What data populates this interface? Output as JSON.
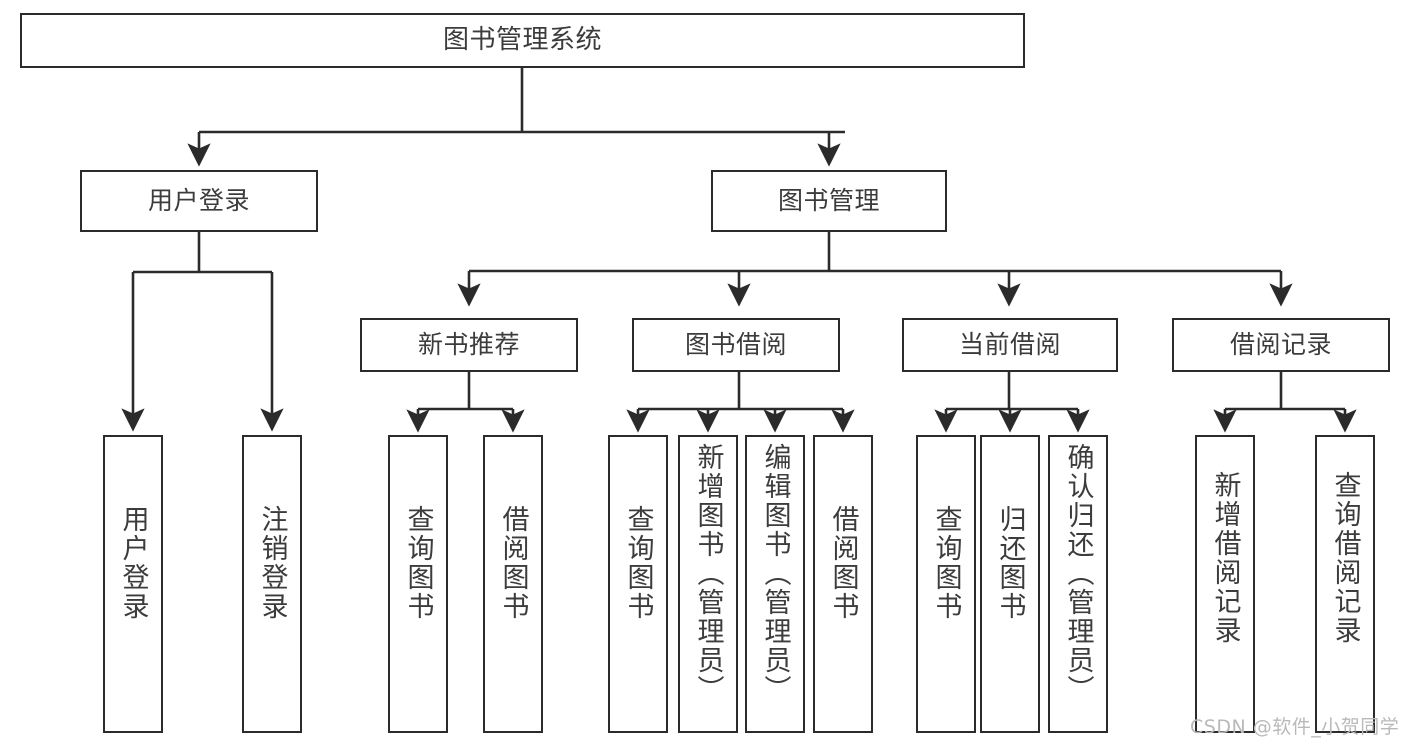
{
  "diagram": {
    "title": "图书管理系统",
    "type": "tree-hierarchy",
    "watermark": "CSDN @软件_小贺同学",
    "colors": {
      "stroke": "#2b2b2b",
      "fill": "#ffffff",
      "text": "#3c3c3c",
      "watermark": "#b9b9b9"
    },
    "levels": {
      "root": {
        "label": "图书管理系统"
      },
      "level2": [
        {
          "id": "user-login",
          "label": "用户登录"
        },
        {
          "id": "book-management",
          "label": "图书管理"
        }
      ],
      "level3": [
        {
          "id": "new-book-recommend",
          "label": "新书推荐"
        },
        {
          "id": "book-borrow",
          "label": "图书借阅"
        },
        {
          "id": "current-borrow",
          "label": "当前借阅"
        },
        {
          "id": "borrow-record",
          "label": "借阅记录"
        }
      ],
      "leaves": [
        {
          "id": "leaf-user-login",
          "label": "用户登录",
          "parent": "user-login"
        },
        {
          "id": "leaf-logout-login",
          "label": "注销登录",
          "parent": "user-login"
        },
        {
          "id": "leaf-query-book-1",
          "label": "查询图书",
          "parent": "new-book-recommend"
        },
        {
          "id": "leaf-borrow-book-1",
          "label": "借阅图书",
          "parent": "new-book-recommend"
        },
        {
          "id": "leaf-query-book-2",
          "label": "查询图书",
          "parent": "book-borrow"
        },
        {
          "id": "leaf-add-book",
          "label": "新增图书（管理员）",
          "parent": "book-borrow"
        },
        {
          "id": "leaf-edit-book",
          "label": "编辑图书（管理员）",
          "parent": "book-borrow"
        },
        {
          "id": "leaf-borrow-book-2",
          "label": "借阅图书",
          "parent": "book-borrow"
        },
        {
          "id": "leaf-query-book-3",
          "label": "查询图书",
          "parent": "current-borrow"
        },
        {
          "id": "leaf-return-book",
          "label": "归还图书",
          "parent": "current-borrow"
        },
        {
          "id": "leaf-confirm-return",
          "label": "确认归还（管理员）",
          "parent": "current-borrow"
        },
        {
          "id": "leaf-add-record",
          "label": "新增借阅记录",
          "parent": "borrow-record"
        },
        {
          "id": "leaf-query-record",
          "label": "查询借阅记录",
          "parent": "borrow-record"
        }
      ]
    }
  }
}
